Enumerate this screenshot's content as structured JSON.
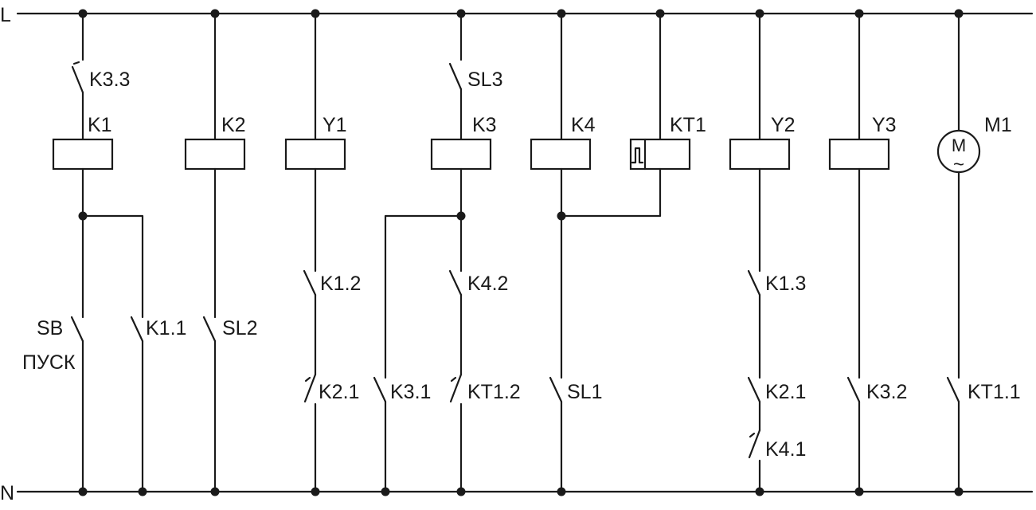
{
  "rails": {
    "top": "L",
    "bottom": "N"
  },
  "branches": [
    {
      "coil": "K1",
      "top_contact": "K3.3",
      "contacts": [
        "SB",
        "ПУСК",
        "K1.1"
      ]
    },
    {
      "coil": "K2",
      "contacts": [
        "SL2"
      ]
    },
    {
      "coil": "Y1",
      "contacts": [
        "K1.2",
        "K2.1"
      ]
    },
    {
      "coil": "K3",
      "top_contact": "SL3",
      "contacts": [
        "K3.1",
        "K4.2",
        "KT1.2"
      ]
    },
    {
      "coil": "K4",
      "contacts": [
        "SL1"
      ]
    },
    {
      "coil": "KT1",
      "contacts": []
    },
    {
      "coil": "Y2",
      "contacts": [
        "K1.3",
        "K2.1",
        "K4.1"
      ]
    },
    {
      "coil": "Y3",
      "contacts": [
        "K3.2"
      ]
    },
    {
      "coil": "M1",
      "motor_symbol": "M",
      "motor_ac": "~",
      "contacts": [
        "KT1.1"
      ]
    }
  ],
  "colors": {
    "line": "#1a1a1a",
    "background": "#ffffff"
  }
}
